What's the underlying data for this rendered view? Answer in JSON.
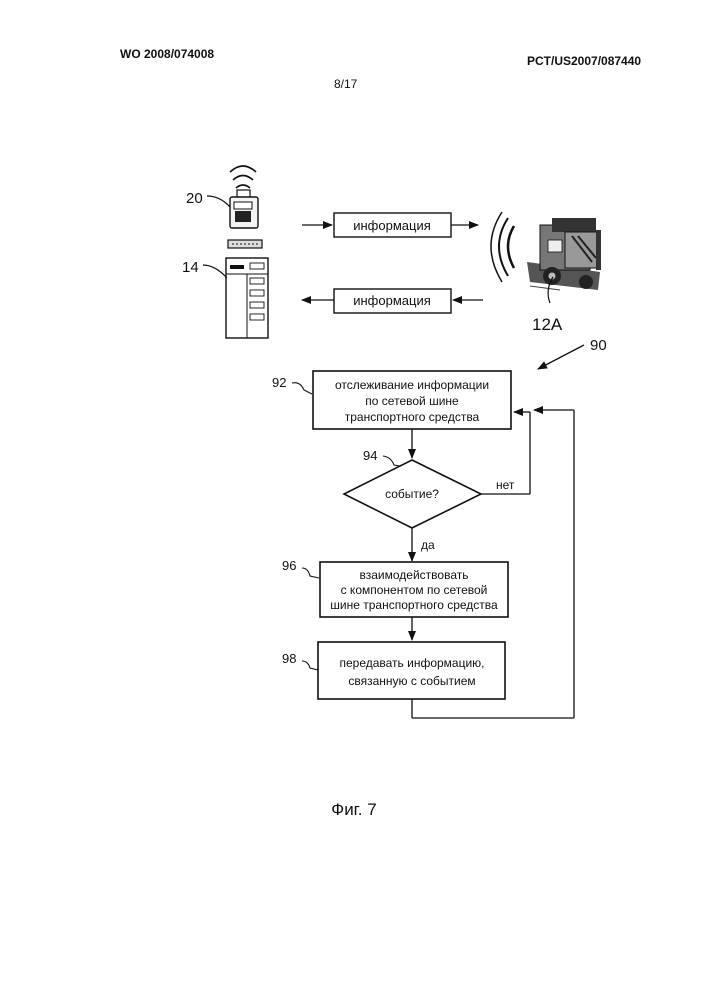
{
  "header": {
    "publication_number": "WO 2008/074008",
    "application_number": "PCT/US2007/087440",
    "sheet": "8/17"
  },
  "diagram": {
    "top": {
      "device_ref": "20",
      "server_ref": "14",
      "vehicle_ref": "12A",
      "arrow_top_label": "информация",
      "arrow_bottom_label": "информация"
    },
    "flow_ref": "90",
    "steps": {
      "s92": {
        "ref": "92",
        "lines": [
          "отслеживание информации",
          "по сетевой шине",
          "транспортного средства"
        ]
      },
      "s94": {
        "ref": "94",
        "lines": [
          "событие?"
        ],
        "no_label": "нет",
        "yes_label": "да"
      },
      "s96": {
        "ref": "96",
        "lines": [
          "взаимодействовать",
          "с компонентом по сетевой",
          "шине транспортного средства"
        ]
      },
      "s98": {
        "ref": "98",
        "lines": [
          "передавать информацию,",
          "связанную с событием"
        ]
      }
    }
  },
  "figure_caption": "Фиг. 7"
}
